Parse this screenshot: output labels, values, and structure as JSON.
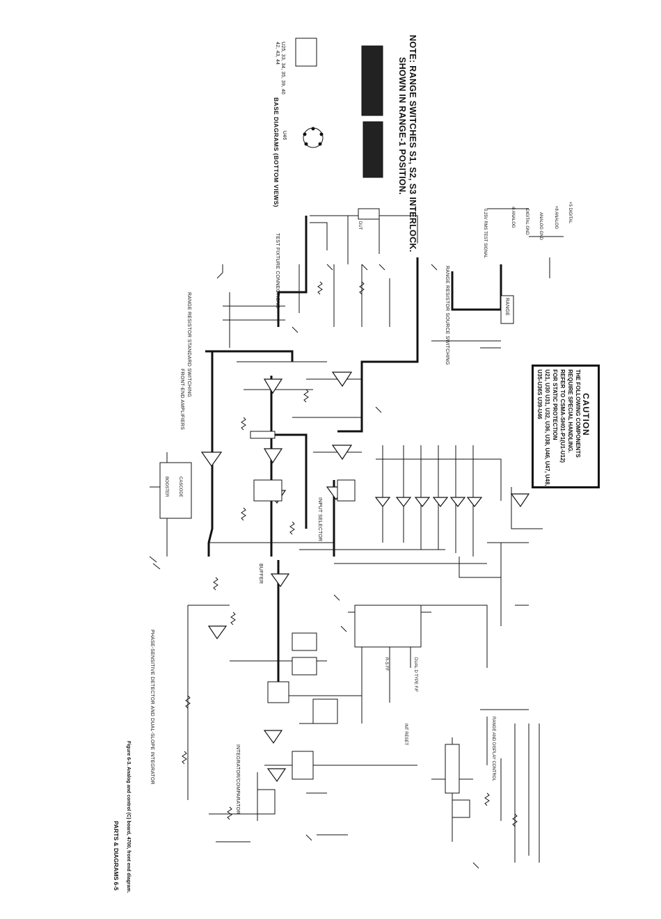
{
  "note": {
    "line1": "NOTE: RANGE SWITCHES S1, S2, S3 INTERLOCK.",
    "line2": "SHOWN IN RANGE-1 POSITION."
  },
  "base_diagrams": {
    "ic_list": "U25, 33, 34, 35, 39, 40",
    "ic_list2": "42, 43, 44",
    "title": "BASE DIAGRAMS (BOTTOM VIEWS)",
    "u46": "U46"
  },
  "caution": {
    "title": "CAUTION",
    "line1": "THE FOLLOWING COMPONENTS",
    "line2": "REQUIRE SPECIAL HANDLING.",
    "line3": "REFER TO CSMA-SH01-P1(U1-U12)",
    "line4": "FOR STATIC PROTECTION",
    "line5": "U21, U30 U31, U32, U36, U38, U46, U47, U48,",
    "line6": "U35-U36S U39-U46"
  },
  "labels": {
    "range": "RANGE",
    "range_resistor": "RANGE RESISTOR SOURCE SWITCHING",
    "range_resistor_std": "RANGE RESISTOR STANDARD SWITCHING",
    "test_fixture": "TEST FIXTURE CONNECTIONS",
    "front_end": "FRONT-END AMPLIFIERS",
    "input_selector": "INPUT SELECTOR",
    "buffer": "BUFFER",
    "phase_detector": "PHASE-SENSITIVE DETECTOR AND DUAL-SLOPE INTEGRATOR",
    "integrator": "INTEGRATOR/COMPARATOR",
    "cascode": "CASCODE",
    "booster": "BOOSTER",
    "dut": "DUT",
    "test_signal": "0.25V RMS TEST SIGNAL",
    "digital_gnd": "DIGITAL GND",
    "analog_gnd": "ANALOG GND",
    "plus5_digital": "+5 DIGITAL",
    "plus8_analog": "+8 ANALOG",
    "minus8_analog": "-8 ANALOG",
    "range_display": "RANGE AND DISPLAY CONTROL",
    "rs_ff": "R-S FF",
    "dual_d_ff": "DUAL D TYPE F/F",
    "int_reset": "INT RESET"
  },
  "figure_caption": "Figure 6-3. Analog and control (C) board, 4700, front end diagram.",
  "footer": "PARTS & DIAGRAMS 6-5",
  "colors": {
    "ink": "#111111",
    "paper": "#ffffff"
  }
}
